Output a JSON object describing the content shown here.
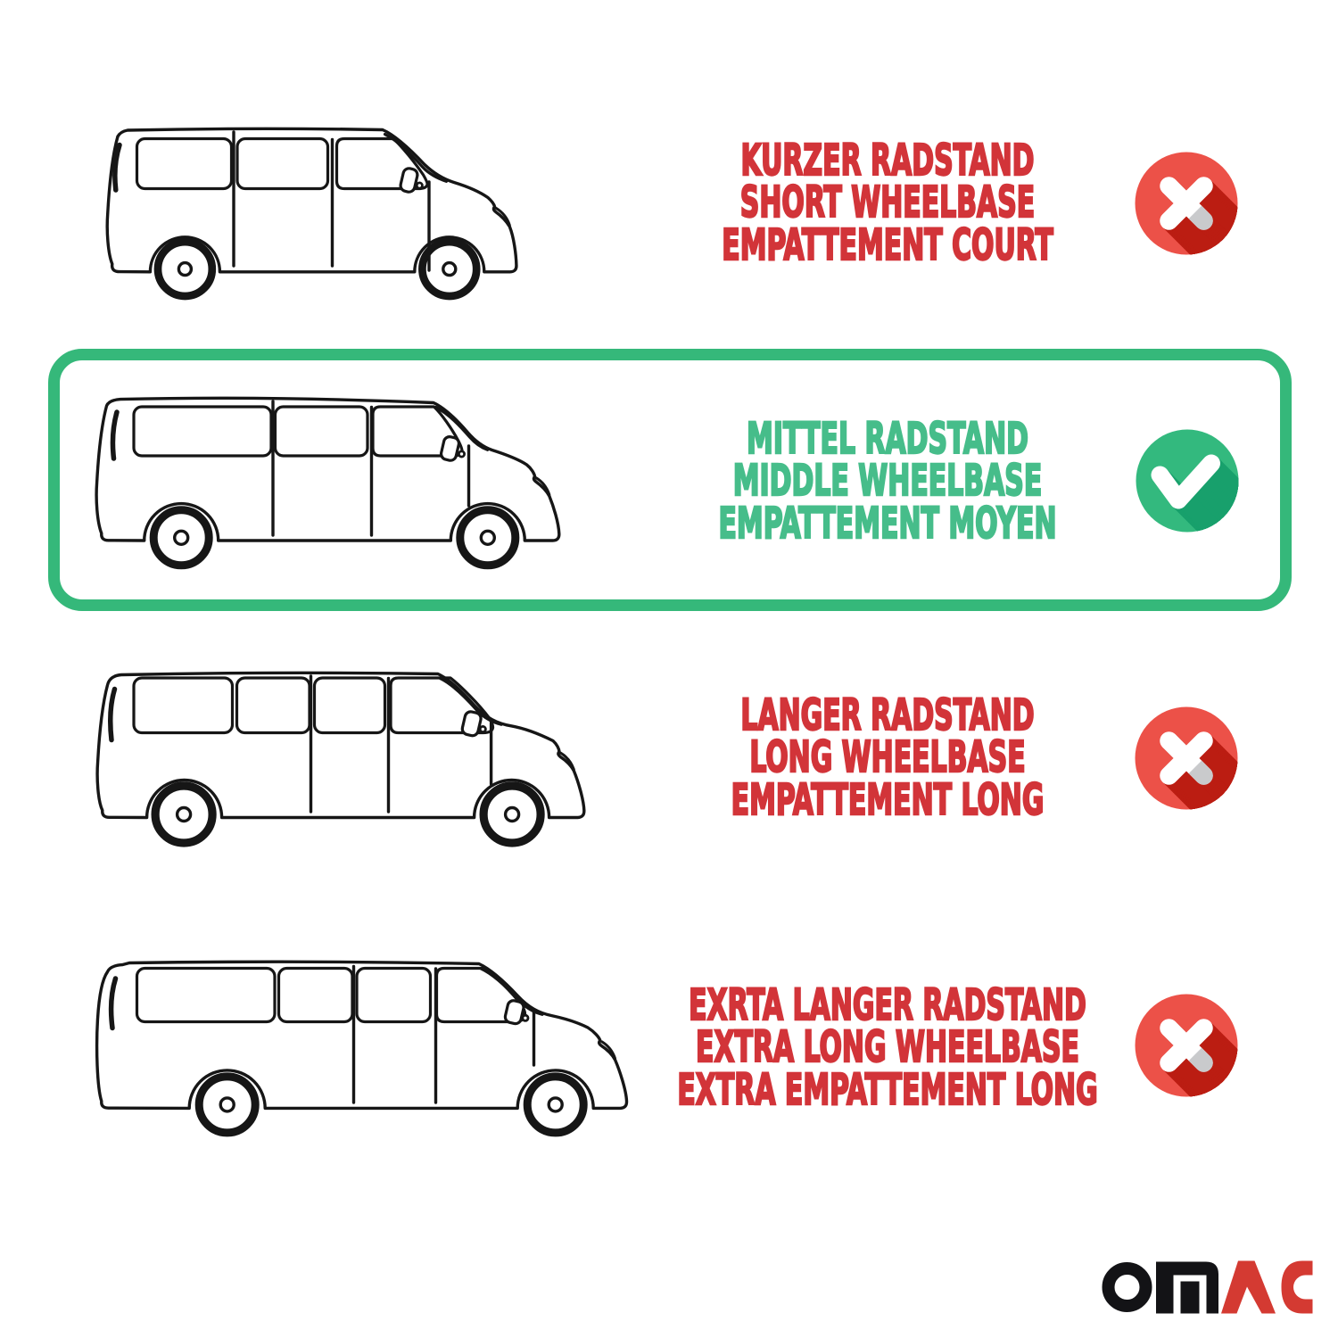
{
  "title": "Van wheelbase compatibility chart",
  "colors": {
    "text_red": "#d23439",
    "text_green": "#46bd8a",
    "box_green": "#35b87a",
    "icon_red": "#ec5148",
    "icon_red_shadow": "#bb1d12",
    "icon_gray": "#c9cacc",
    "icon_green": "#33b97e",
    "icon_green_shadow": "#18a06c",
    "icon_mark": "#ffffff",
    "logo_black": "#131316",
    "logo_red": "#d43a32",
    "line_color": "#161616",
    "background": "#ffffff"
  },
  "rows": [
    {
      "id": "short-wheelbase",
      "van": "short-wheelbase-van",
      "highlighted": false,
      "status": "rejected",
      "icon": "cross-icon",
      "lines": [
        "KURZER RADSTAND",
        "SHORT WHEELBASE",
        "EMPATTEMENT COURT"
      ]
    },
    {
      "id": "middle-wheelbase",
      "van": "middle-wheelbase-van",
      "highlighted": true,
      "status": "approved",
      "icon": "check-icon",
      "lines": [
        "MITTEL RADSTAND",
        "MIDDLE WHEELBASE",
        "EMPATTEMENT MOYEN"
      ]
    },
    {
      "id": "long-wheelbase",
      "van": "long-wheelbase-van",
      "highlighted": false,
      "status": "rejected",
      "icon": "cross-icon",
      "lines": [
        "LANGER RADSTAND",
        "LONG WHEELBASE",
        "EMPATTEMENT LONG"
      ]
    },
    {
      "id": "extra-long-wheelbase",
      "van": "extra-long-wheelbase-van",
      "highlighted": false,
      "status": "rejected",
      "icon": "cross-icon",
      "lines": [
        "EXRTA LANGER RADSTAND",
        "EXTRA LONG WHEELBASE",
        "EXTRA EMPATTEMENT LONG"
      ]
    }
  ],
  "logo": {
    "brand": "OMAC"
  }
}
